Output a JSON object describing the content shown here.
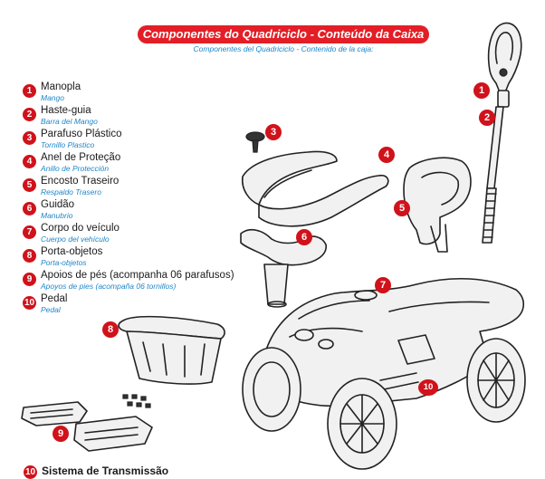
{
  "header": {
    "title": "Componentes do Quadriciclo - Conteúdo  da Caixa",
    "subtitle": "Componentes del Quadriciclo - Contenido de la caja:"
  },
  "components": [
    {
      "num": "1",
      "pt": "Manopla",
      "es": "Mango"
    },
    {
      "num": "2",
      "pt": "Haste-guia",
      "es": "Barra del Mango"
    },
    {
      "num": "3",
      "pt": "Parafuso Plástico",
      "es": "Tornillo Plastico"
    },
    {
      "num": "4",
      "pt": "Anel de Proteção",
      "es": "Anillo de Protección"
    },
    {
      "num": "5",
      "pt": "Encosto Traseiro",
      "es": "Respaldo Trasero"
    },
    {
      "num": "6",
      "pt": "Guidão",
      "es": "Manubrio"
    },
    {
      "num": "7",
      "pt": "Corpo do veículo",
      "es": "Cuerpo del vehículo"
    },
    {
      "num": "8",
      "pt": "Porta-objetos",
      "es": "Porta-objetos"
    },
    {
      "num": "9",
      "pt": "Apoios de pés (acompanha 06 parafusos)",
      "es": "Apoyos de pies (acompaña 06 tornillos)"
    },
    {
      "num": "10",
      "pt": "Pedal",
      "es": "Pedal"
    }
  ],
  "callouts": [
    "1",
    "2",
    "3",
    "4",
    "5",
    "6",
    "7",
    "8",
    "9",
    "10"
  ],
  "footer": {
    "num": "10",
    "label": "Sistema de Transmissão"
  },
  "colors": {
    "accent_red": "#e31e26",
    "badge_red": "#d0121b",
    "spanish_blue": "#1f86c9"
  }
}
